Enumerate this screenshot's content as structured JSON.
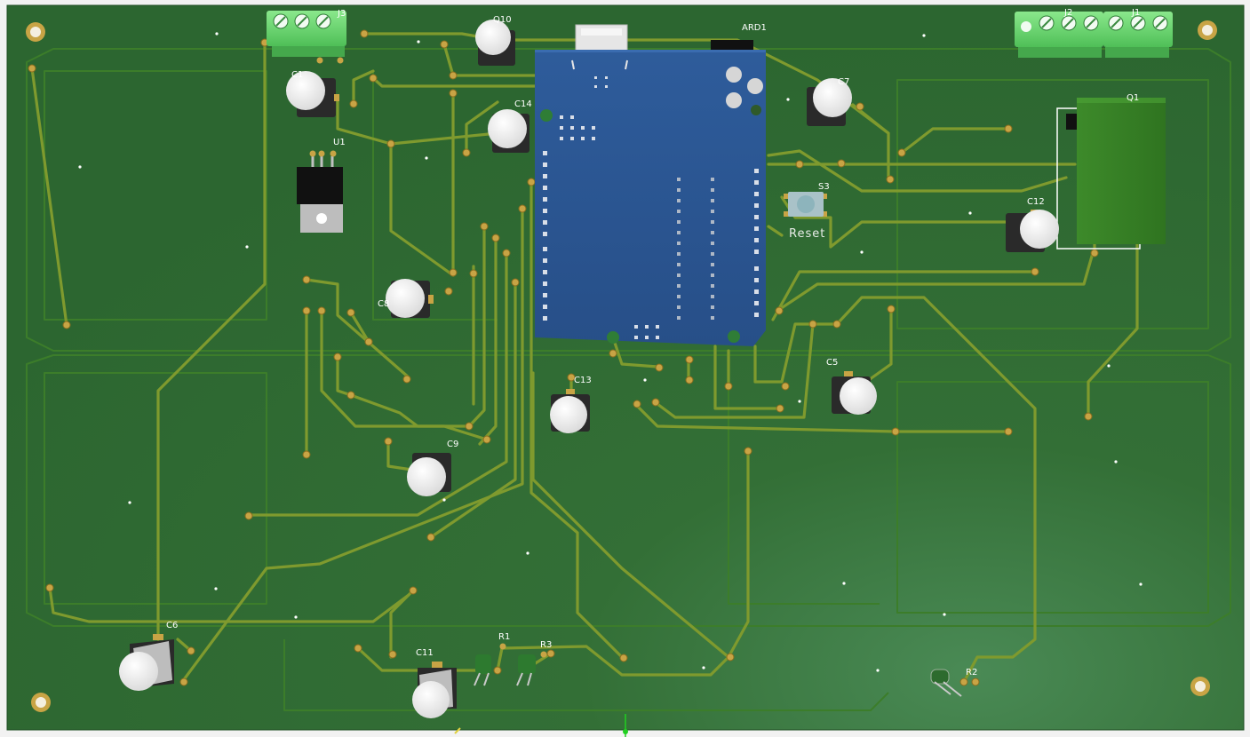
{
  "window": {
    "title": ""
  },
  "board": {
    "background_color": "#2f6f32",
    "trace_color": "#7f9a2e",
    "pad_color": "#c8a445"
  },
  "components": {
    "J3": "J3",
    "J2": "J2",
    "J1": "J1",
    "Q10": "Q10",
    "ARD1": "ARD1",
    "C1": "C1",
    "C14": "C14",
    "C7": "C7",
    "U1": "U1",
    "S3": "S3",
    "S3_label": "Reset",
    "C12": "C12",
    "C8": "C8",
    "C5": "C5",
    "C13": "C13",
    "C9": "C9",
    "C6": "C6",
    "C11": "C11",
    "R1": "R1",
    "R3": "R3",
    "R2": "R2",
    "Q1": "Q1"
  },
  "colors": {
    "arduino_blue": "#2b5797",
    "terminal_green": "#74d97a",
    "relay_green": "#3f8f2a",
    "capacitor_white": "#f0f0f0",
    "capacitor_black": "#2a2a2a",
    "regulator_black": "#111111"
  }
}
